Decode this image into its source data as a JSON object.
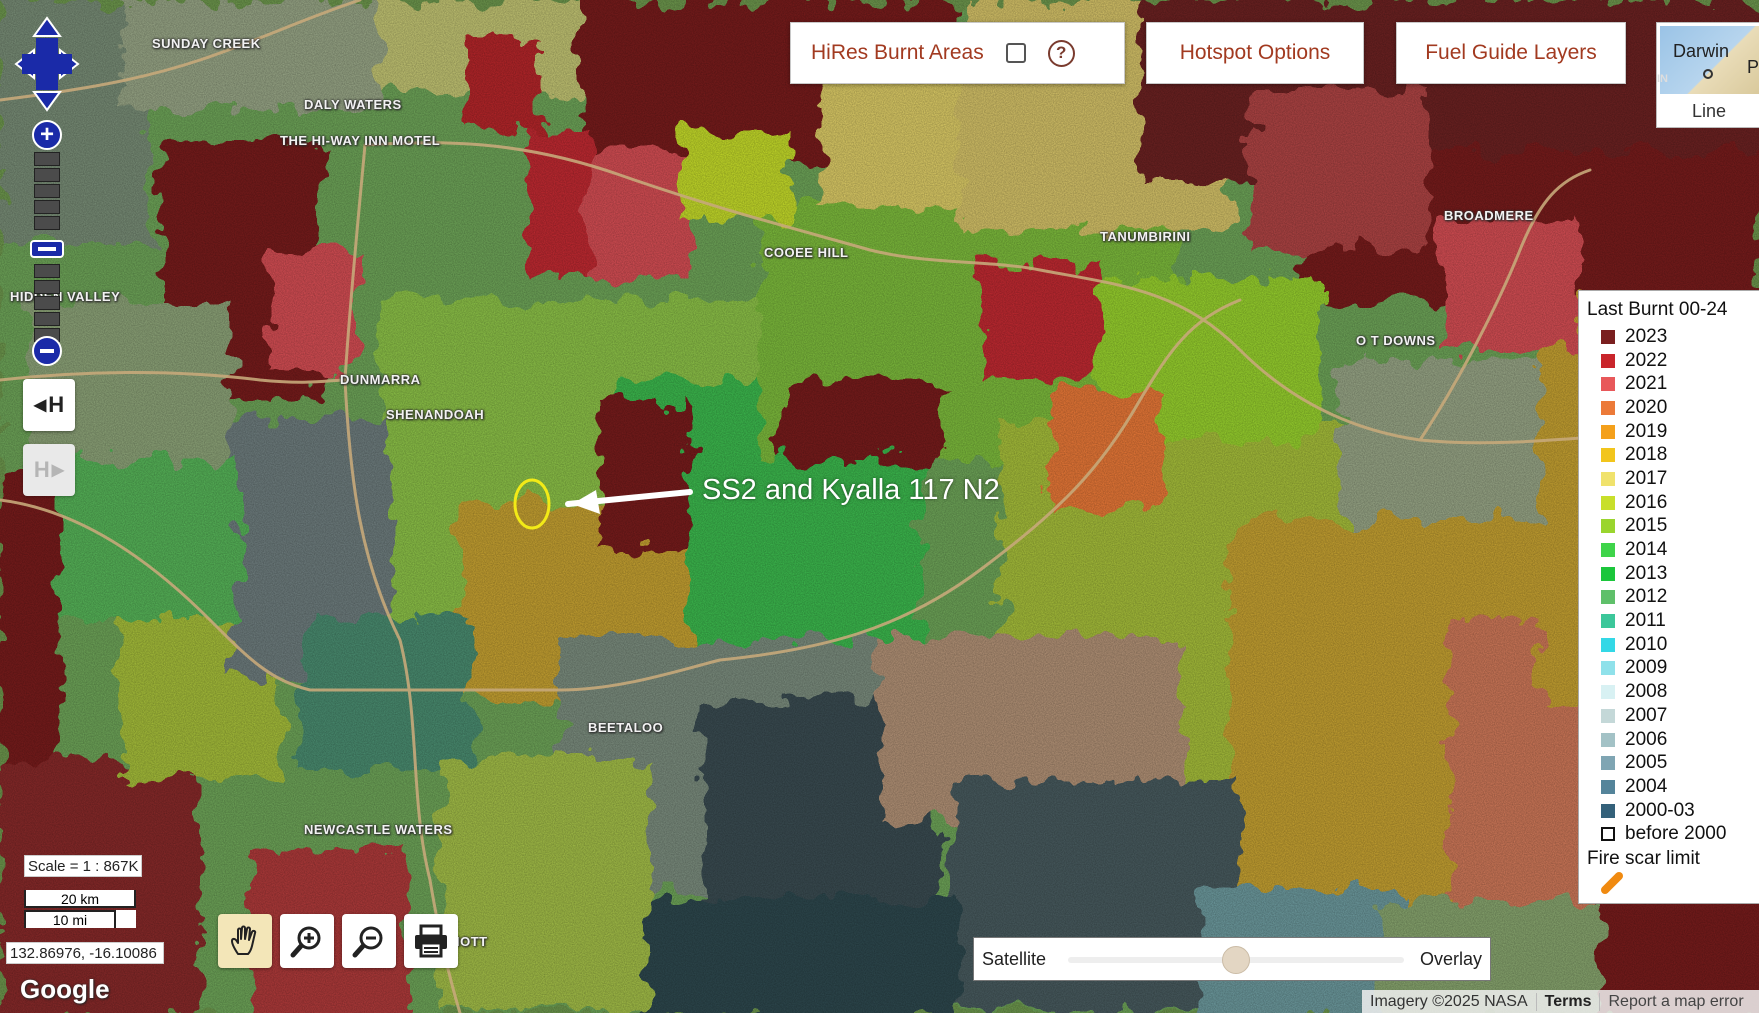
{
  "map_type": "satellite imagery with fire scar overlay",
  "controls": {
    "hires_label": "HiRes Burnt Areas",
    "hires_checked": false,
    "help_glyph": "?",
    "hotspot_label": "Hotspot Options",
    "fuel_label": "Fuel Guide Layers",
    "overview_city": "Darwin",
    "overview_city_partial": "Pa",
    "overview_partial_left": "HIN",
    "overview_caption": "Line",
    "pan_left_letter": "H",
    "pan_right_letter": "H"
  },
  "places": [
    {
      "name": "SUNDAY CREEK"
    },
    {
      "name": "DALY WATERS"
    },
    {
      "name": "THE HI-WAY INN MOTEL"
    },
    {
      "name": "HIDDEN VALLEY"
    },
    {
      "name": "DUNMARRA"
    },
    {
      "name": "SHENANDOAH"
    },
    {
      "name": "COOEE HILL"
    },
    {
      "name": "TANUMBIRINI"
    },
    {
      "name": "BROADMERE"
    },
    {
      "name": "O T DOWNS"
    },
    {
      "name": "BEETALOO"
    },
    {
      "name": "NEWCASTLE WATERS"
    },
    {
      "name": "IOTT"
    }
  ],
  "annotation": {
    "label": "SS2 and Kyalla 117 N2",
    "marker_color": "#f2ea17",
    "arrow_color": "#ffffff"
  },
  "legend": {
    "title": "Last Burnt 00-24",
    "items": [
      {
        "label": "2023",
        "color": "#7a1f1f"
      },
      {
        "label": "2022",
        "color": "#c9252b"
      },
      {
        "label": "2021",
        "color": "#e8585a"
      },
      {
        "label": "2020",
        "color": "#ec7a38"
      },
      {
        "label": "2019",
        "color": "#f4a01b"
      },
      {
        "label": "2018",
        "color": "#f2c51c"
      },
      {
        "label": "2017",
        "color": "#f0e26c"
      },
      {
        "label": "2016",
        "color": "#c8df2b"
      },
      {
        "label": "2015",
        "color": "#9ad52e"
      },
      {
        "label": "2014",
        "color": "#3fd44a"
      },
      {
        "label": "2013",
        "color": "#1bc63b"
      },
      {
        "label": "2012",
        "color": "#5fc06a"
      },
      {
        "label": "2011",
        "color": "#3cc79a"
      },
      {
        "label": "2010",
        "color": "#33d8e6"
      },
      {
        "label": "2009",
        "color": "#8fe1ea"
      },
      {
        "label": "2008",
        "color": "#d8f1f3"
      },
      {
        "label": "2007",
        "color": "#c4d8d8"
      },
      {
        "label": "2006",
        "color": "#a3c2c6"
      },
      {
        "label": "2005",
        "color": "#7fa5b3"
      },
      {
        "label": "2004",
        "color": "#54849a"
      },
      {
        "label": "2000-03",
        "color": "#34617a"
      },
      {
        "label": "before 2000",
        "color": "none"
      }
    ],
    "fire_scar_title": "Fire scar limit",
    "fire_scar_color": "#f08a10"
  },
  "scale": {
    "ratio_text": "Scale = 1 : 867K",
    "km_label": "20 km",
    "mi_label": "10 mi"
  },
  "coordinates": "132.86976, -16.10086",
  "opacity_slider": {
    "left_label": "Satellite",
    "right_label": "Overlay",
    "value": 0.5
  },
  "attribution": {
    "logo": "Google",
    "imagery": "Imagery ©2025 NASA",
    "terms": "Terms",
    "report": "Report a map error"
  },
  "icons": {
    "pan_pad": "pan-arrows-icon",
    "zoom_in": "plus-icon",
    "zoom_out": "minus-icon",
    "hand_tool": "hand-icon",
    "zoom_in_tool": "magnifier-plus-icon",
    "zoom_out_tool": "magnifier-minus-icon",
    "print_tool": "printer-icon",
    "help": "question-icon"
  }
}
